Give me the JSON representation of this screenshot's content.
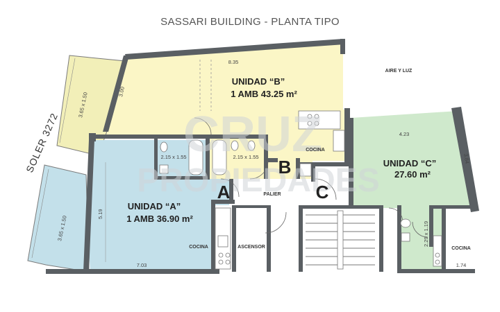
{
  "title": "SASSARI BUILDING - PLANTA TIPO",
  "street": "SOLER 3272",
  "watermark": {
    "line1": "CRUZ",
    "line2": "PROPIEDADES"
  },
  "colors": {
    "unit_a": "#c3e0ea",
    "unit_b": "#fbf6c6",
    "unit_c": "#cfe9cc",
    "balcony_b": "#f2efb8",
    "wall": "#5a5f63"
  },
  "units": {
    "a": {
      "name": "UNIDAD “A”",
      "area": "1 AMB 36.90 m²",
      "letter": "A",
      "kitchen": "COCINA"
    },
    "b": {
      "name": "UNIDAD “B”",
      "area": "1 AMB 43.25 m²",
      "letter": "B",
      "kitchen": "COCINA"
    },
    "c": {
      "name": "UNIDAD “C”",
      "area": "27.60 m²",
      "letter": "C",
      "kitchen": "COCINA"
    }
  },
  "rooms": {
    "palier": "PALIER",
    "ascensor": "ASCENSOR",
    "aire_luz": "AIRE Y LUZ"
  },
  "dimensions": {
    "b_width": "8.35",
    "b_depth": "3.00",
    "balcony_b": "3.65 x 1.50",
    "balcony_a": "3.65 x 1.50",
    "bath_a": "2.15 x 1.55",
    "bath_b": "2.15 x 1.55",
    "a_depth": "5.19",
    "a_width": "7.03",
    "c_width": "4.23",
    "c_depth": "3.84",
    "bath_c": "2.29 x 1.19",
    "c_small": "1.74"
  }
}
